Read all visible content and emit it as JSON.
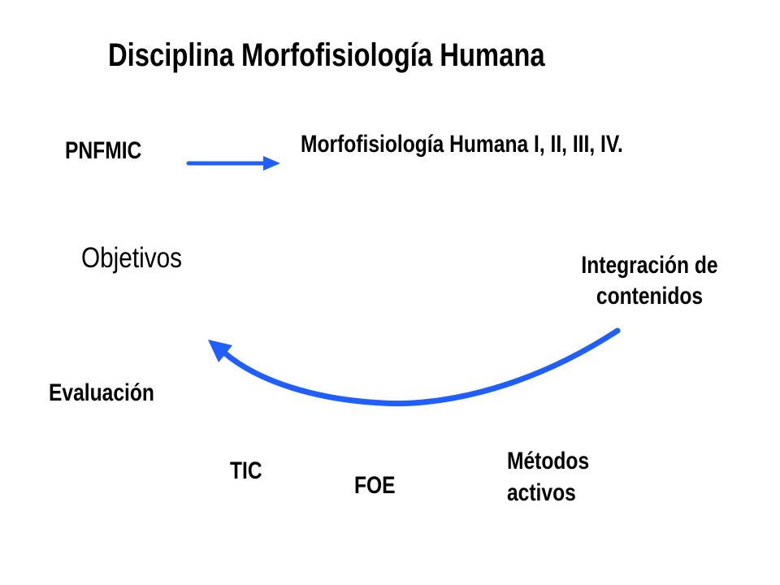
{
  "title": "Disciplina Morfofisiología Humana",
  "program": "PNFMIC",
  "courses": "Morfofisiología Humana I, II, III, IV.",
  "objectives": "Objetivos",
  "integration": [
    "Integración de",
    "contenidos"
  ],
  "evaluation": "Evaluación",
  "ict": "TIC",
  "foe": "FOE",
  "active_methods": [
    "Métodos",
    "activos"
  ],
  "colors": {
    "arrow": "#1f5eff",
    "text": "#000000",
    "background": "#ffffff"
  }
}
